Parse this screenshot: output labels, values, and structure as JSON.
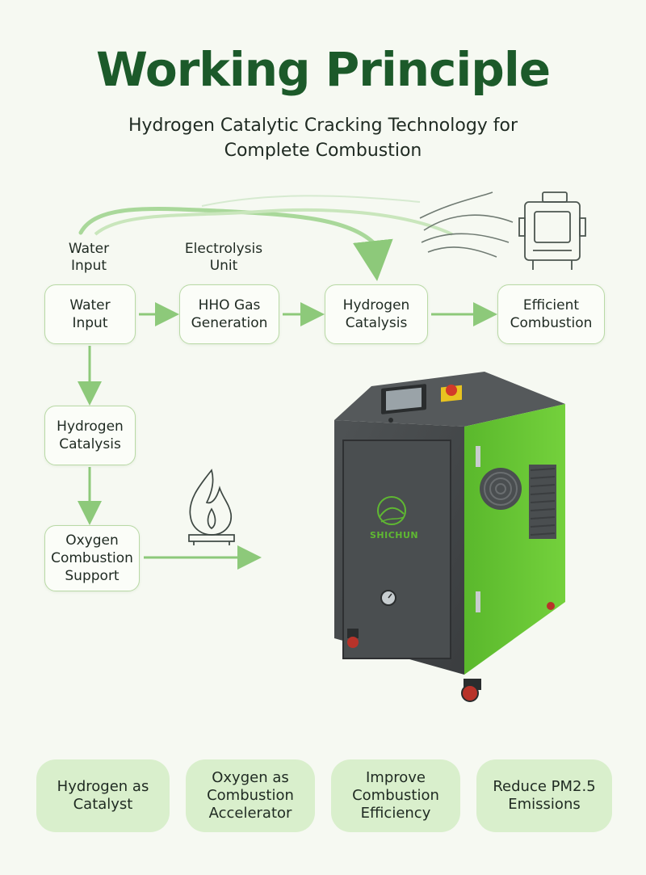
{
  "title": "Working Principle",
  "subtitle_line1": "Hydrogen Catalytic Cracking Technology for",
  "subtitle_line2": "Complete Combustion",
  "top_labels": {
    "water_input_1": "Water",
    "water_input_2": "Input",
    "electrolysis_1": "Electrolysis",
    "electrolysis_2": "Unit"
  },
  "flow_nodes": [
    {
      "line1": "Water",
      "line2": "Input"
    },
    {
      "line1": "HHO Gas",
      "line2": "Generation"
    },
    {
      "line1": "Hydrogen",
      "line2": "Catalysis"
    },
    {
      "line1": "Efficient",
      "line2": "Combustion"
    }
  ],
  "vertical_nodes": [
    {
      "line1": "Hydrogen",
      "line2": "Catalysis"
    },
    {
      "line1": "Oxygen",
      "line2": "Combustion",
      "line3": "Support"
    }
  ],
  "machine_brand": "SHICHUN",
  "feature_pills": [
    {
      "line1": "Hydrogen as",
      "line2": "Catalyst"
    },
    {
      "line1": "Oxygen as",
      "line2": "Combustion",
      "line3": "Accelerator"
    },
    {
      "line1": "Improve",
      "line2": "Combustion",
      "line3": "Efficiency"
    },
    {
      "line1": "Reduce PM2.5",
      "line2": "Emissions"
    }
  ],
  "colors": {
    "title_green": "#1c5a2a",
    "arrow_green": "#8dc97a",
    "pill_bg": "#d9efcc",
    "machine_green": "#6cc937",
    "machine_dark": "#44484a"
  },
  "icons": [
    "flow-swoosh-arrow",
    "exhaust-wave-icon",
    "engine-machine-icon",
    "flame-icon",
    "pressure-gauge-icon",
    "emergency-stop-button",
    "cooling-fan-icon"
  ]
}
